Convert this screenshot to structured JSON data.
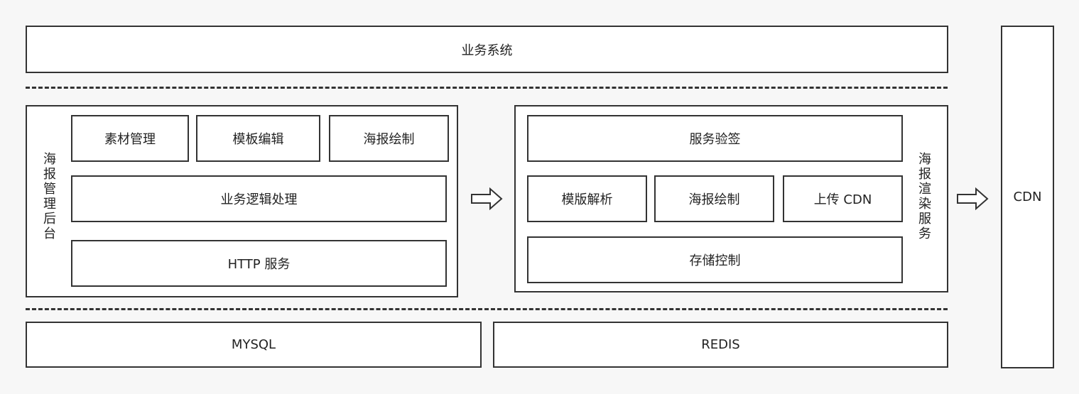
{
  "business_system": "业务系统",
  "admin": {
    "title_chars": [
      "海",
      "报",
      "管",
      "理",
      "后",
      "台"
    ],
    "material": "素材管理",
    "template_edit": "模板编辑",
    "poster_draw": "海报绘制",
    "logic": "业务逻辑处理",
    "http": "HTTP 服务"
  },
  "render": {
    "title_chars": [
      "海",
      "报",
      "渲",
      "染",
      "服",
      "务"
    ],
    "verify": "服务验签",
    "template_parse": "模版解析",
    "poster_draw": "海报绘制",
    "upload_cdn": "上传 CDN",
    "storage": "存储控制"
  },
  "mysql": "MYSQL",
  "redis": "REDIS",
  "cdn": "CDN"
}
